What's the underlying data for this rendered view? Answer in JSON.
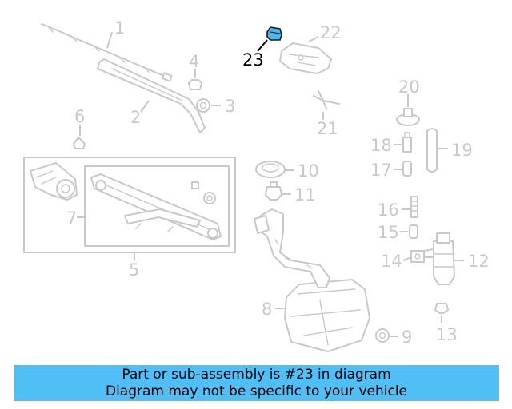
{
  "diagram": {
    "callouts": {
      "p1": "1",
      "p2": "2",
      "p3": "3",
      "p4": "4",
      "p5": "5",
      "p6": "6",
      "p7": "7",
      "p8": "8",
      "p9": "9",
      "p10": "10",
      "p11": "11",
      "p12": "12",
      "p13": "13",
      "p14": "14",
      "p15": "15",
      "p16": "16",
      "p17": "17",
      "p18": "18",
      "p19": "19",
      "p20": "20",
      "p21": "21",
      "p22": "22",
      "p23": "23"
    },
    "highlighted_part": "23",
    "highlight_color": "#4ab7ed",
    "part_line_color": "#c9c9c9"
  },
  "banner": {
    "line1": "Part or sub-assembly is #23 in diagram",
    "line2": "Diagram may not be specific to your vehicle",
    "background_color": "#4fbff6"
  }
}
